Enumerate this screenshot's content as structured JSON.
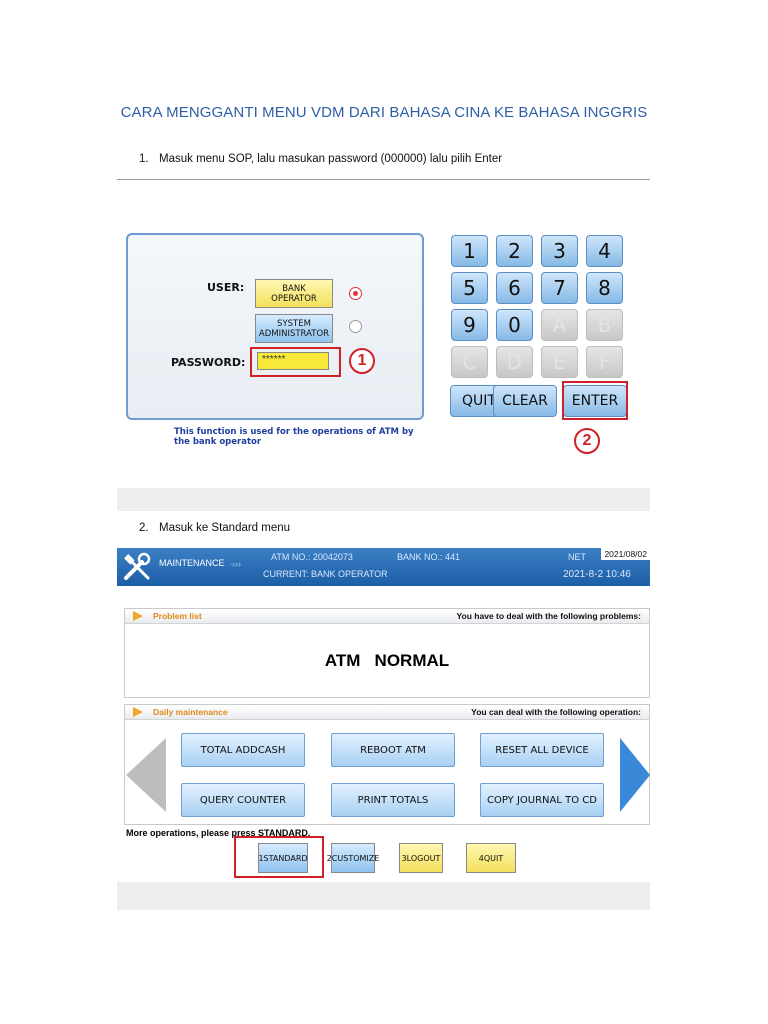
{
  "document": {
    "title": "CARA MENGGANTI MENU VDM DARI BAHASA CINA KE BAHASA INGGRIS",
    "step1": {
      "num": "1.",
      "text": "Masuk menu SOP, lalu masukan password (000000) lalu pilih Enter"
    },
    "step2": {
      "num": "2.",
      "text": "Masuk ke Standard  menu"
    }
  },
  "login": {
    "user_label": "USER:",
    "btn_bank_operator": "BANK OPERATOR",
    "btn_system_admin": "SYSTEM ADMINISTRATOR",
    "password_label": "PASSWORD:",
    "password_value": "******",
    "hint": "This function is used for the operations of ATM by the bank operator",
    "callout1": "1",
    "callout2": "2"
  },
  "keypad": {
    "keys": [
      "1",
      "2",
      "3",
      "4",
      "5",
      "6",
      "7",
      "8",
      "9",
      "0",
      "A",
      "B",
      "C",
      "D",
      "E",
      "F"
    ],
    "quit": "QUIT",
    "clear": "CLEAR",
    "enter": "ENTER"
  },
  "maintenance": {
    "mode": "MAINTENANCE",
    "atm_no": "ATM NO.: 20042073",
    "bank_no": "BANK NO.: 441",
    "net": "NET",
    "date_chip": "2021/08/02",
    "current": "CURRENT: BANK OPERATOR",
    "datetime": "2021-8-2  10:46",
    "problem_title": "Problem list",
    "problem_right": "You have to deal with the following problems:",
    "status": "ATM   NORMAL",
    "daily_title": "Daily maintenance",
    "daily_right": "You can deal with the following operation:",
    "ops": [
      "TOTAL ADDCASH",
      "REBOOT ATM",
      "RESET ALL DEVICE",
      "QUERY COUNTER",
      "PRINT TOTALS",
      "COPY JOURNAL TO CD"
    ],
    "more_ops": "More operations, please press STANDARD.",
    "bottom_buttons": [
      "1STANDARD",
      "2CUSTOMIZE",
      "3LOGOUT",
      "4QUIT"
    ]
  },
  "colors": {
    "title": "#2f5fa8",
    "callout": "#d0202a"
  }
}
